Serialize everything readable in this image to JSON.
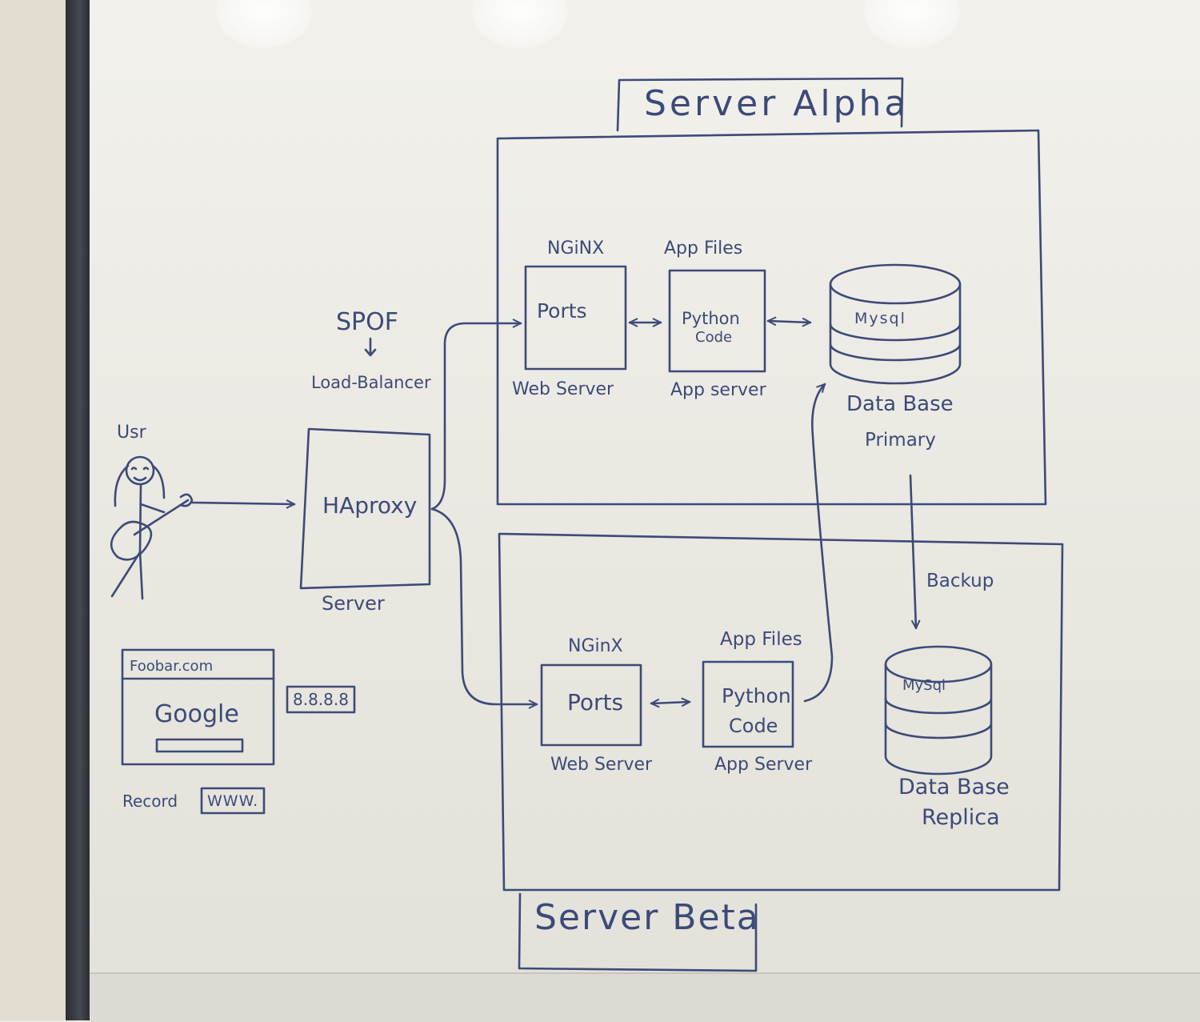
{
  "header": {
    "alpha_title": "Server Alpha",
    "beta_title": "Server Beta"
  },
  "client": {
    "user_label": "Usr",
    "browser_url": "Foobar.com",
    "browser_logo": "Google",
    "dns_ip": "8.8.8.8",
    "record_label": "Record",
    "record_value": "WWW."
  },
  "load_balancer": {
    "spof_label": "SPOF",
    "down_arrow": "↓",
    "role_label": "Load-Balancer",
    "box_label": "HAproxy",
    "caption": "Server"
  },
  "alpha": {
    "web_top": "NGiNX",
    "web_box": "Ports",
    "web_caption": "Web Server",
    "app_top": "App Files",
    "app_box_line1": "Python",
    "app_box_line2": "Code",
    "app_caption": "App server",
    "db_label": "Mysql",
    "db_caption_line1": "Data Base",
    "db_caption_line2": "Primary"
  },
  "beta": {
    "web_top": "NGinX",
    "web_box": "Ports",
    "web_caption": "Web Server",
    "app_top": "App Files",
    "app_box_line1": "Python",
    "app_box_line2": "Code",
    "app_caption": "App Server",
    "db_label": "MySql",
    "db_caption_line1": "Data Base",
    "db_caption_line2": "Replica"
  },
  "backup_label": "Backup",
  "colors": {
    "ink": "#3d4a78",
    "board": "#efeee8",
    "frame": "#34373c"
  }
}
